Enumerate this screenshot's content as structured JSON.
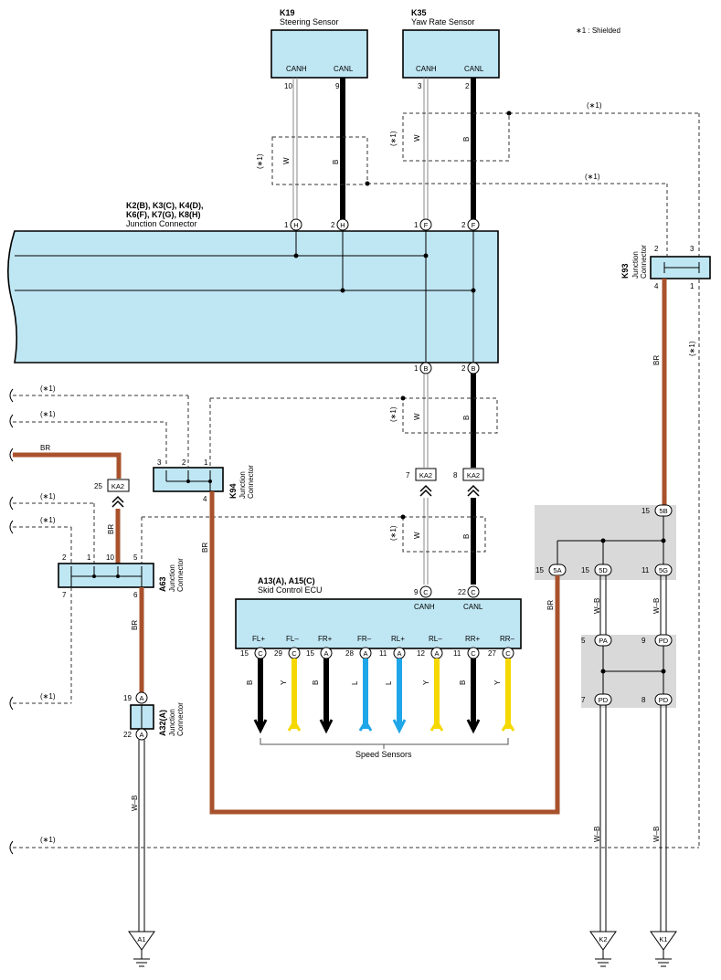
{
  "legend": {
    "shielded": "∗1 : Shielded"
  },
  "k19": {
    "code": "K19",
    "name": "Steering Sensor",
    "canh": "CANH",
    "canl": "CANL",
    "pin_h": "10",
    "pin_l": "9"
  },
  "k35": {
    "code": "K35",
    "name": "Yaw Rate Sensor",
    "canh": "CANH",
    "canl": "CANL",
    "pin_h": "3",
    "pin_l": "2"
  },
  "jc": {
    "codes1": "K2(B), K3(C), K4(D),",
    "codes2": "K6(F), K7(G), K8(H)",
    "name": "Junction Connector",
    "top_pins": [
      "1",
      "2",
      "1",
      "2"
    ],
    "top_letters": [
      "H",
      "H",
      "F",
      "F"
    ],
    "bottom_pins": [
      "1",
      "2"
    ],
    "bottom_letters": [
      "B",
      "B"
    ]
  },
  "k93": {
    "code": "K93",
    "name1": "Junction",
    "name2": "Connector",
    "pins": [
      "2",
      "3",
      "4",
      "1"
    ]
  },
  "k94": {
    "code": "K94",
    "name1": "Junction",
    "name2": "Connector",
    "pins": [
      "3",
      "2",
      "1",
      "4"
    ]
  },
  "a63": {
    "code": "A63",
    "name1": "Junction",
    "name2": "Connector",
    "pins": [
      "2",
      "1",
      "10",
      "5",
      "7",
      "6"
    ]
  },
  "a32": {
    "code": "A32(A)",
    "name1": "Junction",
    "name2": "Connector",
    "pins": [
      "19",
      "22"
    ],
    "letters": [
      "A",
      "A"
    ]
  },
  "ecu": {
    "codes": "A13(A), A15(C)",
    "name": "Skid Control ECU",
    "canh": "CANH",
    "canl": "CANL",
    "canh_pin": "9",
    "canl_pin": "22",
    "canh_letter": "C",
    "canl_letter": "C",
    "terminals": [
      "FL+",
      "FL–",
      "FR+",
      "FR–",
      "RL+",
      "RL–",
      "RR+",
      "RR–"
    ],
    "term_pins": [
      "15",
      "29",
      "15",
      "28",
      "11",
      "12",
      "11",
      "27"
    ],
    "term_letters": [
      "C",
      "C",
      "A",
      "A",
      "A",
      "A",
      "C",
      "C"
    ],
    "wire_colors": [
      "B",
      "Y",
      "B",
      "L",
      "L",
      "Y",
      "B",
      "Y"
    ],
    "speed_sensors": "Speed Sensors"
  },
  "ka2": {
    "label": "KA2",
    "left_pin": "25",
    "mid_pin": "7",
    "right_pin": "8"
  },
  "wires": {
    "w": "W",
    "b": "B",
    "br": "BR",
    "wb": "W–B",
    "shield": "(∗1)"
  },
  "junction_blocks": {
    "top_in_pin": "15",
    "top_in": "5B",
    "row1": [
      {
        "pin": "15",
        "id": "5A"
      },
      {
        "pin": "15",
        "id": "5D"
      },
      {
        "pin": "11",
        "id": "5G"
      }
    ],
    "row2": [
      {
        "pin": "5",
        "id": "PA"
      },
      {
        "pin": "9",
        "id": "PD"
      }
    ],
    "row3": [
      {
        "pin": "7",
        "id": "PD"
      },
      {
        "pin": "8",
        "id": "PD"
      }
    ]
  },
  "grounds": [
    "A1",
    "K2",
    "K1"
  ],
  "colors": {
    "box": "#bfe6f3",
    "brown": "#a8522d",
    "blue": "#1ea6e8",
    "yellow": "#f5d800",
    "grey_block": "#d9d9d9"
  }
}
